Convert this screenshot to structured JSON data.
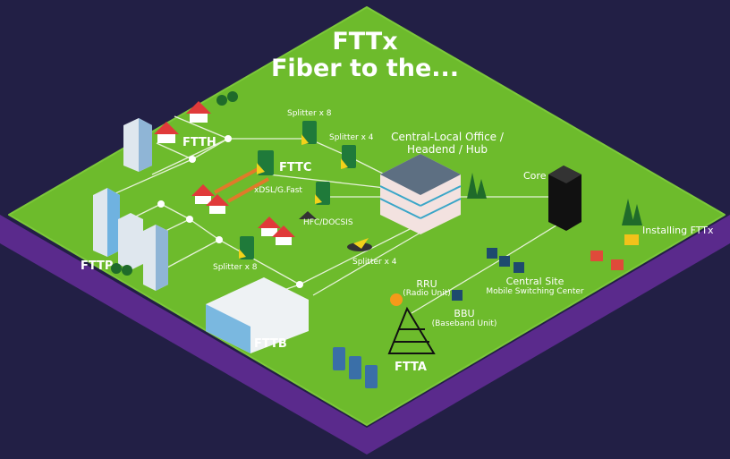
{
  "title": {
    "line1": "FTTx",
    "line2": "Fiber to the..."
  },
  "labels": {
    "ftth": "FTTH",
    "fttc": "FTTC",
    "fttp": "FTTP",
    "fttb": "FTTB",
    "ftta": "FTTA",
    "splitter_x8_top": "Splitter x 8",
    "splitter_x4_top": "Splitter x 4",
    "splitter_x8_bottom": "Splitter x 8",
    "splitter_x4_bottom": "Splitter x 4",
    "xdsl": "xDSL/G.Fast",
    "hfc": "HFC/DOCSIS",
    "central_office_1": "Central-Local Office /",
    "central_office_2": "Headend / Hub",
    "core": "Core",
    "installing": "Installing FTTx",
    "central_site": "Central Site",
    "msc": "Mobile Switching Center",
    "rru": "RRU",
    "rru_sub": "(Radio Unit)",
    "bbu": "BBU",
    "bbu_sub": "(Baseband Unit)"
  },
  "colors": {
    "background": "#221f45",
    "ground": "#6dbb2c",
    "edge": "#5a2a8c",
    "splitter": "#1f7a3a",
    "fiber": "#e6f2d8",
    "copper": "#e07a2a"
  }
}
